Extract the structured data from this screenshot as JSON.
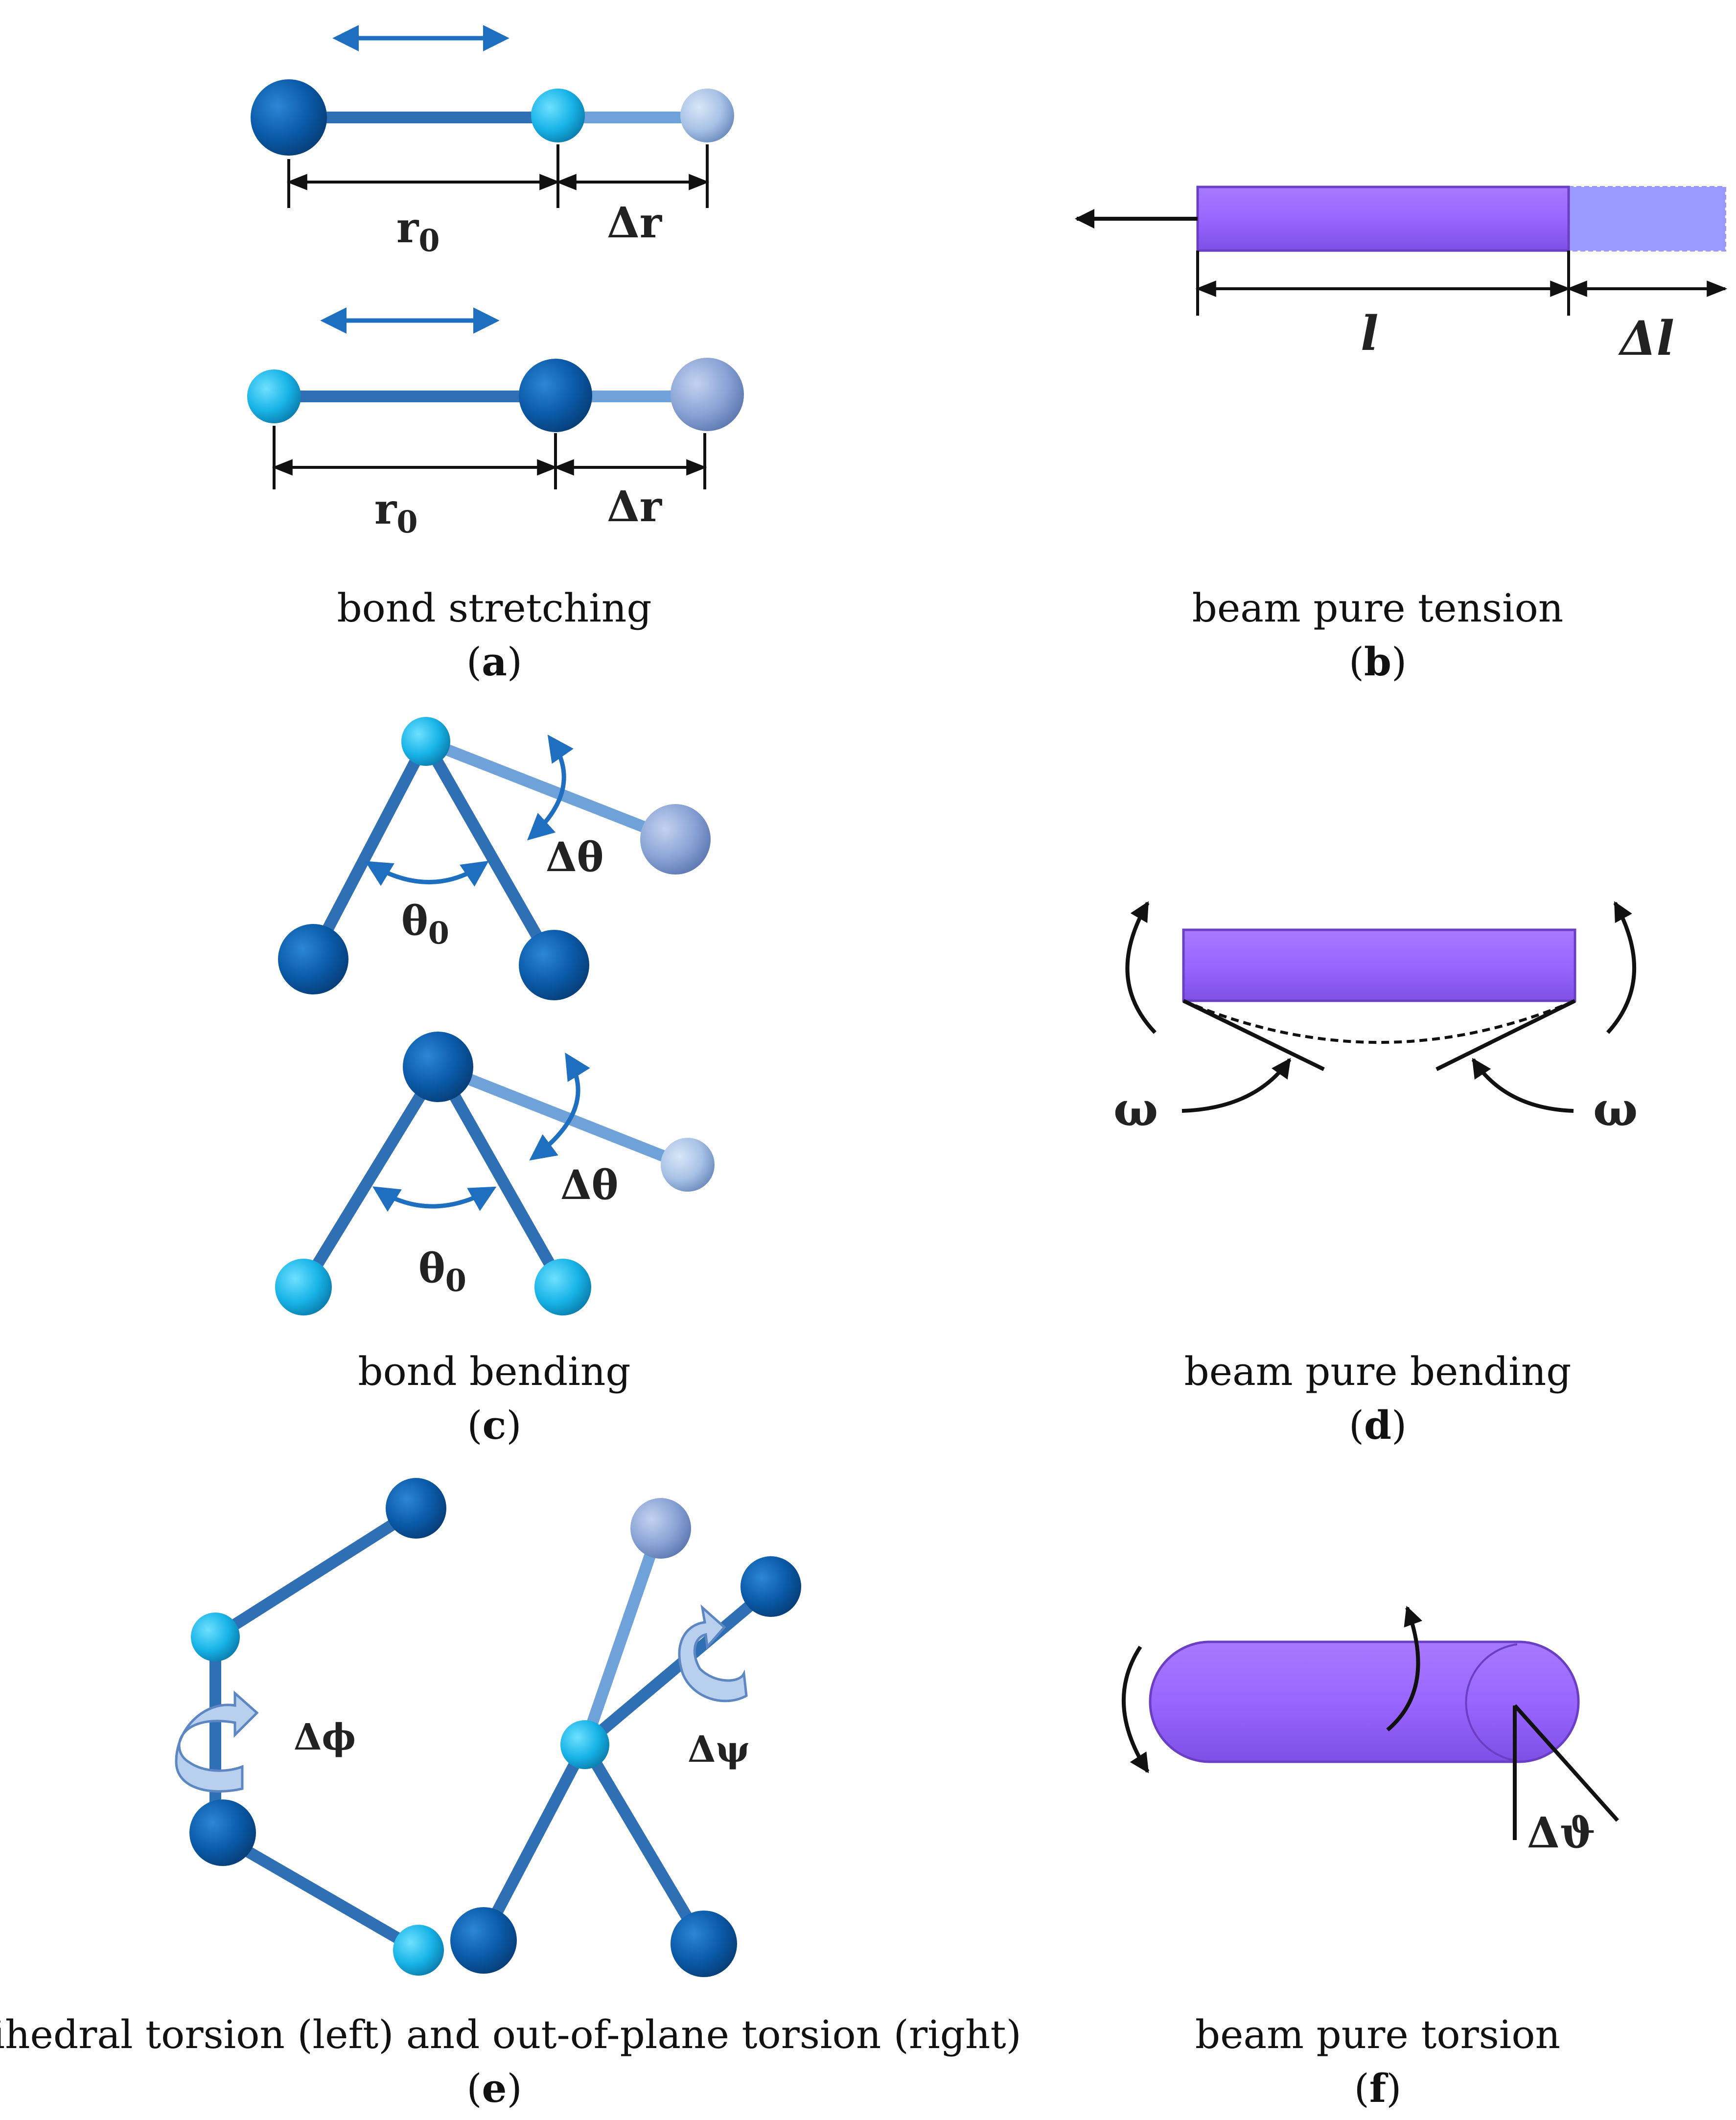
{
  "panels": [
    {
      "id": "a",
      "caption": "bond stretching",
      "label": "a",
      "symbols": [
        "r",
        "0",
        "Δr"
      ]
    },
    {
      "id": "b",
      "caption": "beam pure tension",
      "label": "b",
      "symbols": [
        "l",
        "Δl"
      ]
    },
    {
      "id": "c",
      "caption": "bond bending",
      "label": "c",
      "symbols": [
        "θ",
        "0",
        "Δθ"
      ]
    },
    {
      "id": "d",
      "caption": "beam pure bending",
      "label": "d",
      "symbols": [
        "ω",
        "ω"
      ]
    },
    {
      "id": "e",
      "caption": "dihedral torsion (left) and out-of-plane torsion (right)",
      "label": "e",
      "symbols": [
        "Δϕ",
        "Δψ"
      ]
    },
    {
      "id": "f",
      "caption": "beam pure torsion",
      "label": "f",
      "symbols": [
        "Δϑ"
      ]
    }
  ],
  "colors": {
    "atom_dark": "#0a5aa8",
    "atom_cyan": "#18b4e8",
    "atom_pale": "#8aa4d6",
    "bond_dark": "#2f6fb3",
    "bond_light": "#6fa2d8",
    "beam_purple": "#9966ff",
    "beam_light": "#9999ff",
    "arrow_blue": "#1f6fc0"
  }
}
